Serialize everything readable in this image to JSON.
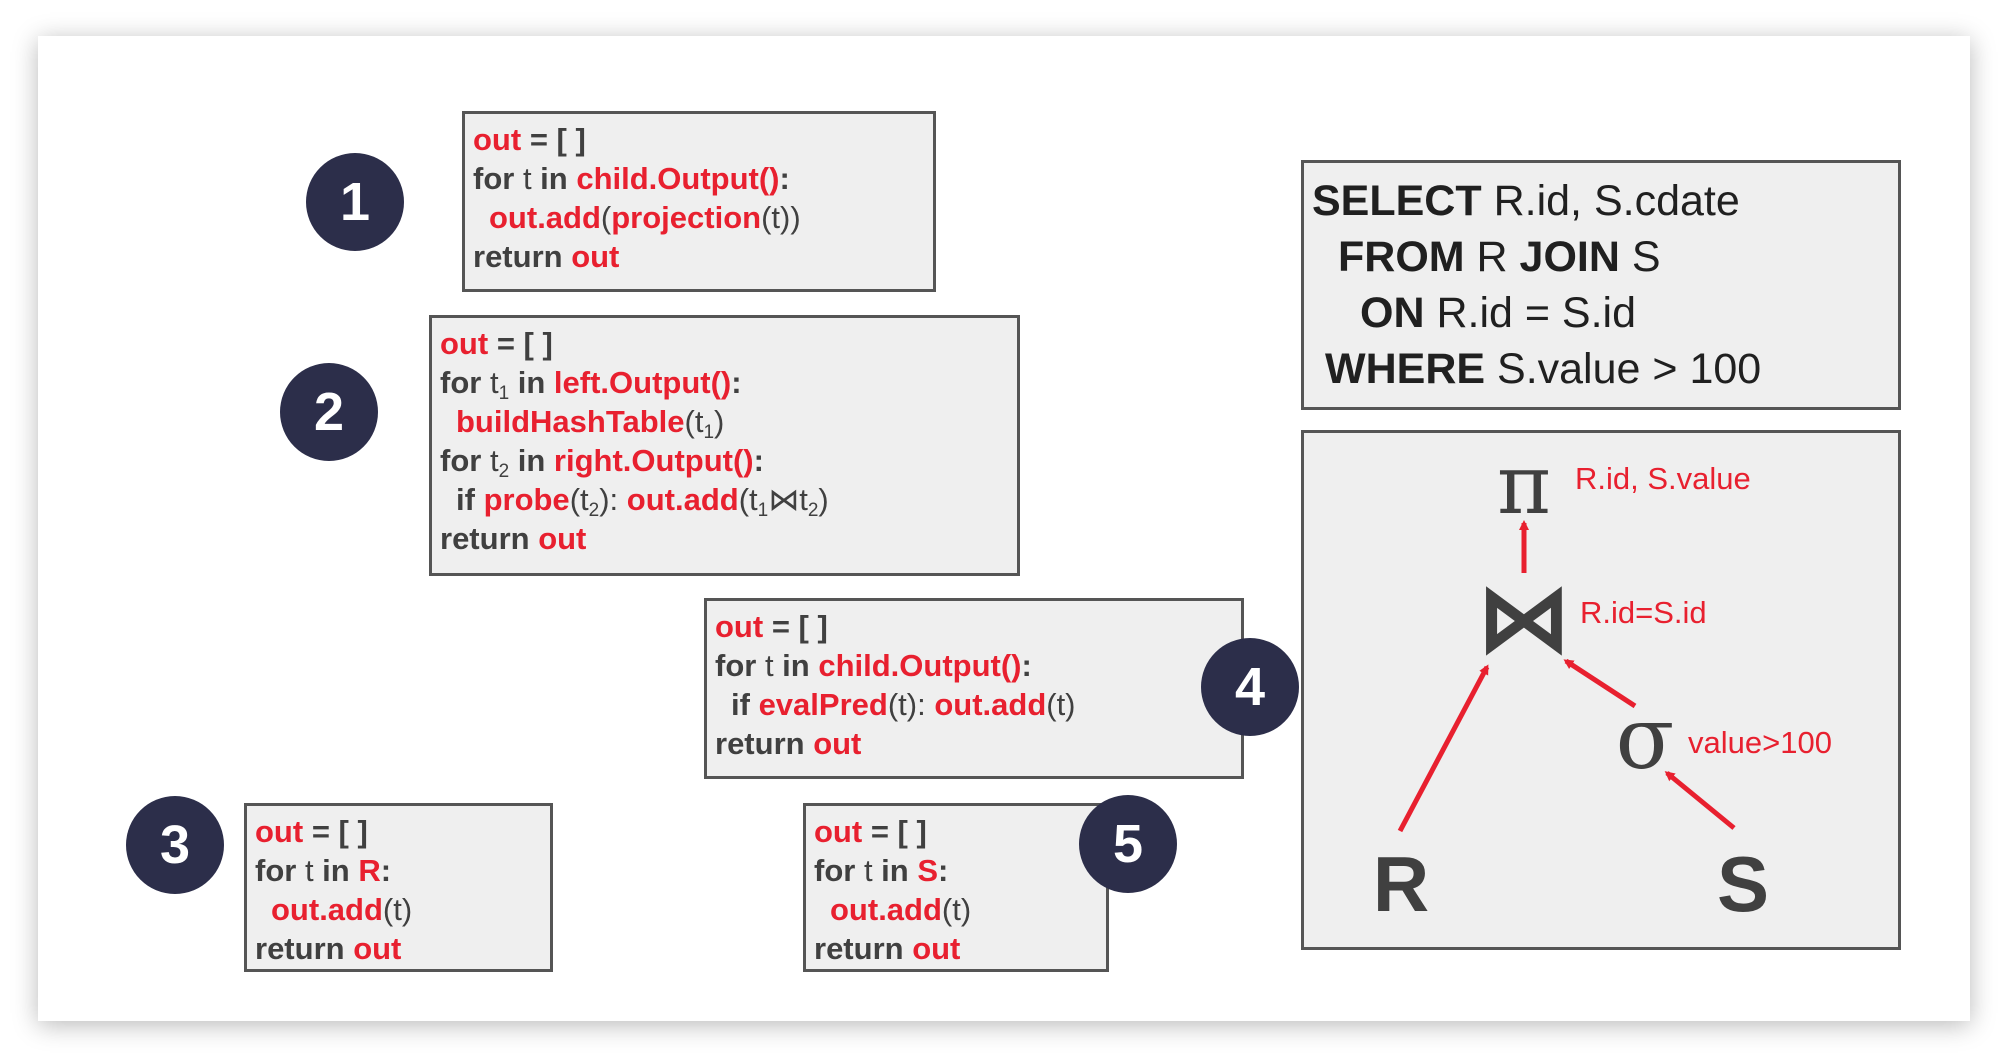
{
  "badges": [
    "1",
    "2",
    "3",
    "4",
    "5"
  ],
  "box1": {
    "out": "out",
    "assign": " = [ ]",
    "for_kw": "for",
    "t": " t ",
    "in_kw": "in ",
    "child_output": "child.Output()",
    "colon": ":",
    "out_add": "out.add",
    "paren_open": "(",
    "projection": "projection",
    "proj_arg": "(t))",
    "return_kw": "return ",
    "return_val": "out"
  },
  "box2": {
    "out": "out",
    "assign": " = [ ]",
    "for_kw": "for",
    "t1_pre": " t",
    "sub1": "1",
    "in_kw": " in ",
    "left_output": "left.Output()",
    "colon1": ":",
    "build": "buildHashTable",
    "build_arg_pre": "(t",
    "build_arg_sub": "1",
    "build_arg_post": ")",
    "for_kw2": "for",
    "t2_pre": " t",
    "sub2": "2",
    "in_kw2": " in ",
    "right_output": "right.Output()",
    "colon2": ":",
    "if_kw": "if ",
    "probe": "probe",
    "probe_arg_pre": "(t",
    "probe_arg_sub": "2",
    "probe_arg_post": "): ",
    "out_add": "out.add",
    "join_pre": "(t",
    "join_sub1": "1",
    "join_sym": "⋈",
    "join_t2": "t",
    "join_sub2": "2",
    "join_post": ")",
    "return_kw": "return ",
    "return_val": "out"
  },
  "box3": {
    "out": "out",
    "assign": " = [ ]",
    "for_kw": "for",
    "t": " t ",
    "in_kw": "in ",
    "src": "R",
    "colon": ":",
    "out_add": "out.add",
    "arg": "(t)",
    "return_kw": "return ",
    "return_val": "out"
  },
  "box4": {
    "out": "out",
    "assign": " = [ ]",
    "for_kw": "for",
    "t": " t ",
    "in_kw": "in ",
    "child_output": "child.Output()",
    "colon": ":",
    "if_kw": "if ",
    "eval": "evalPred",
    "eval_arg": "(t): ",
    "out_add": "out.add",
    "arg": "(t)",
    "return_kw": "return ",
    "return_val": "out"
  },
  "box5": {
    "out": "out",
    "assign": " = [ ]",
    "for_kw": "for",
    "t": " t ",
    "in_kw": "in ",
    "src": "S",
    "colon": ":",
    "out_add": "out.add",
    "arg": "(t)",
    "return_kw": "return ",
    "return_val": "out"
  },
  "sql": {
    "select_kw": "SELECT",
    "select_cols": " R.id, S.cdate",
    "from_kw": "FROM",
    "from_r": " R ",
    "join_kw": "JOIN",
    "from_s": " S",
    "on_kw": "ON",
    "on_cond": " R.id = S.id",
    "where_kw": "WHERE",
    "where_cond": " S.value > 100"
  },
  "plan": {
    "projection_symbol": "π",
    "projection_label": "R.id, S.value",
    "join_symbol": "⋈",
    "join_label": "R.id=S.id",
    "selection_symbol": "σ",
    "selection_label": "value>100",
    "leaf_r": "R",
    "leaf_s": "S"
  },
  "colors": {
    "accent": "#e8202f",
    "badge": "#2c2e4a",
    "box_bg": "#efefef",
    "border": "#555555",
    "text": "#404040"
  }
}
